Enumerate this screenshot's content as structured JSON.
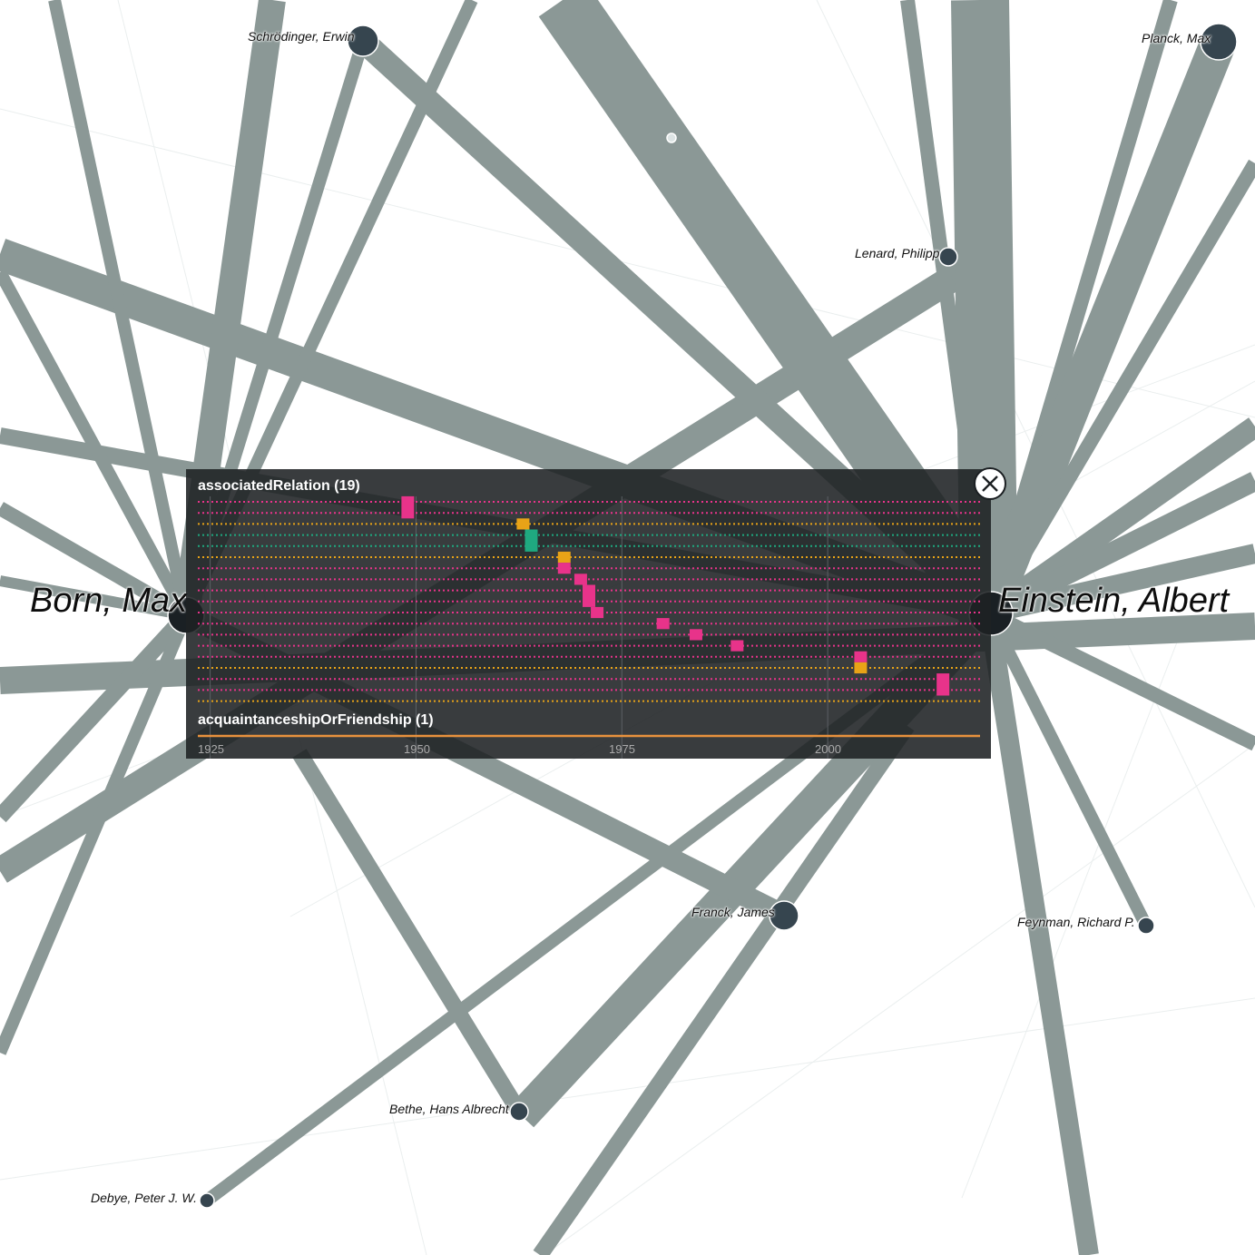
{
  "nodes": [
    {
      "id": "schrodinger",
      "label": "Schrödinger, Erwin"
    },
    {
      "id": "planck",
      "label": "Planck, Max"
    },
    {
      "id": "lenard",
      "label": "Lenard, Philipp"
    },
    {
      "id": "born",
      "label": "Born, Max"
    },
    {
      "id": "einstein",
      "label": "Einstein, Albert"
    },
    {
      "id": "franck",
      "label": "Franck, James"
    },
    {
      "id": "feynman",
      "label": "Feynman, Richard P."
    },
    {
      "id": "bethe",
      "label": "Bethe, Hans Albrecht"
    },
    {
      "id": "debye",
      "label": "Debye, Peter J. W."
    }
  ],
  "panel": {
    "relation_title": "associatedRelation (19)",
    "friendship_title": "acquaintanceshipOrFriendship (1)",
    "close_icon": "close-icon"
  },
  "chart_data": {
    "type": "timeline",
    "x_ticks": [
      "1925",
      "1950",
      "1975",
      "2000"
    ],
    "xlim": [
      1923.5,
      2018.5
    ],
    "colors": {
      "pink": "#e8338a",
      "yellow": "#e8a317",
      "green": "#1fa980",
      "orange": "#e8913d"
    },
    "rows": [
      "pink",
      "pink",
      "yellow",
      "green",
      "green",
      "yellow",
      "pink",
      "pink",
      "pink",
      "pink",
      "pink",
      "pink",
      "pink",
      "pink",
      "pink",
      "yellow",
      "pink",
      "pink",
      "yellow"
    ],
    "events": [
      {
        "rows": [
          0,
          1
        ],
        "year": 1949
      },
      {
        "rows": [
          2
        ],
        "year": 1963
      },
      {
        "rows": [
          3,
          4
        ],
        "year": 1964
      },
      {
        "rows": [
          5
        ],
        "year": 1968
      },
      {
        "rows": [
          6
        ],
        "year": 1968
      },
      {
        "rows": [
          7
        ],
        "year": 1970
      },
      {
        "rows": [
          8,
          9
        ],
        "year": 1971
      },
      {
        "rows": [
          10
        ],
        "year": 1972
      },
      {
        "rows": [
          11
        ],
        "year": 1980
      },
      {
        "rows": [
          12
        ],
        "year": 1984
      },
      {
        "rows": [
          13
        ],
        "year": 1989
      },
      {
        "rows": [
          14
        ],
        "year": 2004
      },
      {
        "rows": [
          15
        ],
        "year": 2004
      },
      {
        "rows": [
          16,
          17
        ],
        "year": 2014
      }
    ]
  }
}
